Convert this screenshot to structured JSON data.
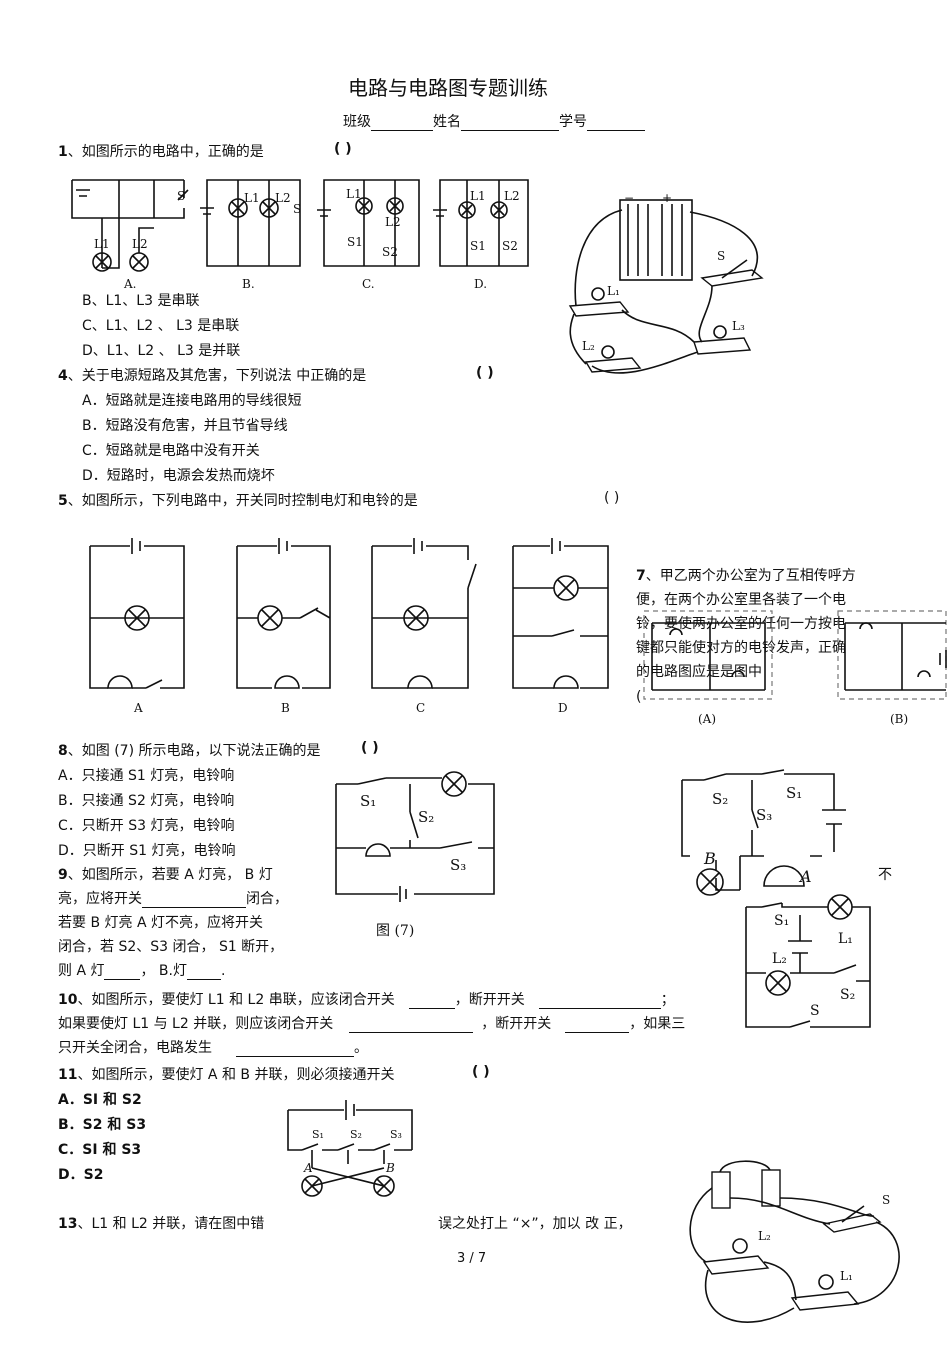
{
  "header": {
    "title": "电路与电路图专题训练",
    "class_label": "班级",
    "name_label": "姓名",
    "id_label": "学号"
  },
  "q1": {
    "stem": "、如图所示的电路中，正确的是",
    "num": "1",
    "paren": "(          )",
    "fig_labels": [
      "A.",
      "B.",
      "C.",
      "D."
    ],
    "opt_b": "B、L1、L3 是串联",
    "opt_c": "C、L1、L2 、  L3 是串联",
    "opt_d": "D、L1、L2 、  L3 是并联"
  },
  "q4": {
    "num": "4",
    "stem": "、关于电源短路及其危害，下列说法      中正确的是",
    "paren": "(          )",
    "options": [
      "A．短路就是连接电路用的导线很短",
      "B．短路没有危害，并且节省导线",
      "C．短路就是电路中没有开关",
      "D．短路时，电源会发热而烧坏"
    ]
  },
  "q5": {
    "num": "5",
    "stem": "、如图所示，下列电路中，开关同时控制电灯和电铃的是",
    "paren": "(          )",
    "fig_labels": [
      "A",
      "B",
      "C",
      "D"
    ]
  },
  "q7": {
    "num": "7",
    "lines": [
      "、甲乙两个办公室为了互相传呼方",
      "便，在两个办公室里各装了一个电",
      "铃，要使两办公室的任何一方按电",
      "键都只能使对方的电铃发声，正确",
      "的电路图应是是图中",
      "("
    ],
    "fig_labels": [
      "(A)",
      "(B)"
    ]
  },
  "q8": {
    "num": "8",
    "stem": "、如图 (7) 所示电路，以下说法正确的是",
    "paren": "(          )",
    "options": [
      "A．只接通   S1 灯亮，电铃响",
      "B．只接通   S2 灯亮，电铃响",
      "C．只断开   S3 灯亮，电铃响",
      "D．只断开   S1 灯亮，电铃响"
    ],
    "fig_caption": "图 (7)",
    "fig_switches": [
      "S₁",
      "S₂",
      "S₃"
    ]
  },
  "q9": {
    "num": "9",
    "line1": "、如图所示，若要     A 灯亮，  B 灯",
    "line2a": "亮，应将开关",
    "line2b": "闭合，",
    "line3": "若要  B 灯亮  A 灯不亮，应将开关",
    "line4": "闭合，若  S2、S3 闭合，  S1 断开，",
    "line5a": "则 A 灯",
    "line5b": "，  B.灯",
    "line5c": ".",
    "trail": "不",
    "fig_labels": [
      "S₂",
      "S₁",
      "S₃",
      "B",
      "A"
    ]
  },
  "q10": {
    "num": "10",
    "line1a": "、如图所示，要使灯     L1 和  L2 串联，应该闭合开关",
    "line1b": "，断开开关",
    "line1c": "；",
    "line2a": "如果要使灯    L1 与 L2 并联，则应该闭合开关",
    "line2b": "，断开开关",
    "line2c": "，如果三",
    "line3a": "只开关全闭合，电路发生",
    "line3b": "。",
    "fig_labels": [
      "S₁",
      "L₁",
      "L₂",
      "S₂",
      "S"
    ]
  },
  "q11": {
    "num": "11",
    "stem": "、如图所示，要使灯     A 和  B 并联，则必须接通开关",
    "paren": "(          )",
    "options": [
      "A．SI 和  S2",
      "B．S2 和 S3",
      "C．SI 和  S3",
      "D．S2"
    ],
    "fig_labels": [
      "S₁",
      "S₂",
      "S₃",
      "A",
      "B"
    ]
  },
  "q13": {
    "num": "13",
    "stem_a": "、L1 和  L2 并联，请在图中错",
    "stem_b": "误之处打上   “×”，加以 改 正，",
    "fig_labels": [
      "S",
      "L₂",
      "L₁"
    ]
  },
  "footer": {
    "page": "3 / 7"
  }
}
